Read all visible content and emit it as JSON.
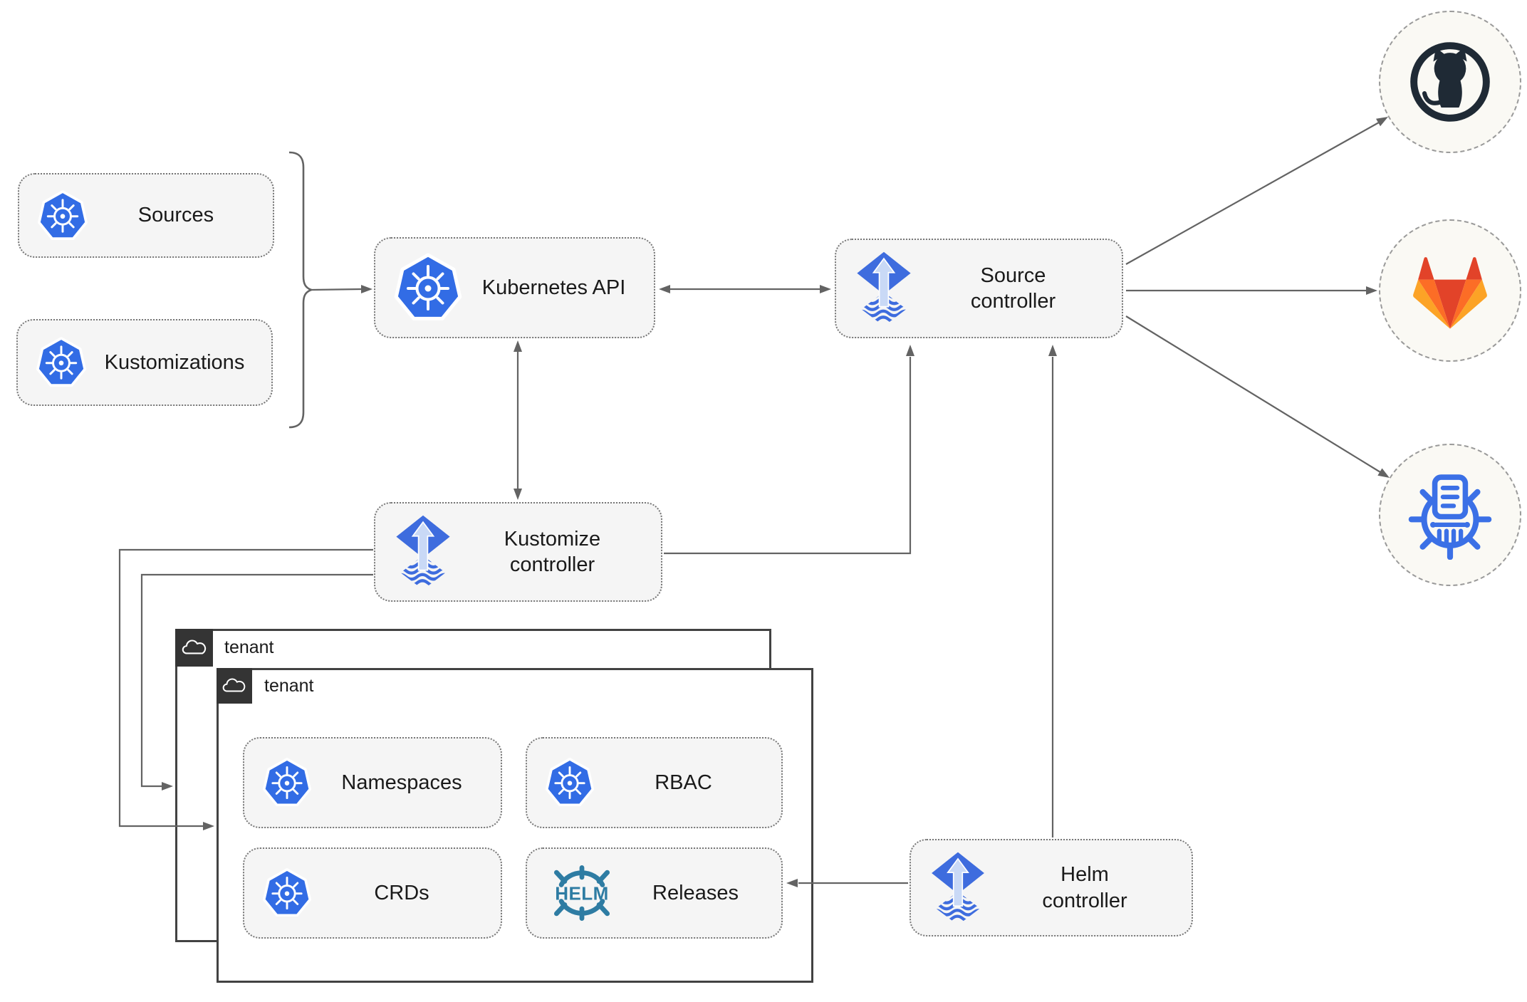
{
  "diagram": {
    "left_inputs": [
      {
        "label": "Sources"
      },
      {
        "label": "Kustomizations"
      }
    ],
    "kubernetes_api": {
      "label": "Kubernetes API"
    },
    "controllers": {
      "source": {
        "line1": "Source",
        "line2": "controller"
      },
      "kustomize": {
        "line1": "Kustomize",
        "line2": "controller"
      },
      "helm": {
        "line1": "Helm",
        "line2": "controller"
      }
    },
    "tenants": {
      "outer": {
        "label": "tenant"
      },
      "inner": {
        "label": "tenant"
      }
    },
    "tenant_resources": [
      {
        "label": "Namespaces"
      },
      {
        "label": "RBAC"
      },
      {
        "label": "CRDs"
      },
      {
        "label": "Releases"
      }
    ],
    "helm_logo_text": "HELM",
    "remotes": [
      {
        "name": "github"
      },
      {
        "name": "gitlab"
      },
      {
        "name": "chartmuseum"
      }
    ]
  },
  "colors": {
    "k8s_blue": "#326CE5",
    "flux_blue": "#3E6CDE",
    "flux_arrow": "#C9D9F6",
    "helm_teal": "#2E7CA3",
    "cm_blue": "#3B70E6",
    "github_dark": "#1F2A35",
    "gitlab_red": "#E24329",
    "gitlab_orange": "#FC6D26",
    "gitlab_light": "#FCA326",
    "line_gray": "#636363",
    "box_fill": "#F5F5F5",
    "box_border": "#777777",
    "tenant_border": "#424242",
    "tab_dark": "#343434",
    "circle_fill": "#FAF9F4"
  }
}
